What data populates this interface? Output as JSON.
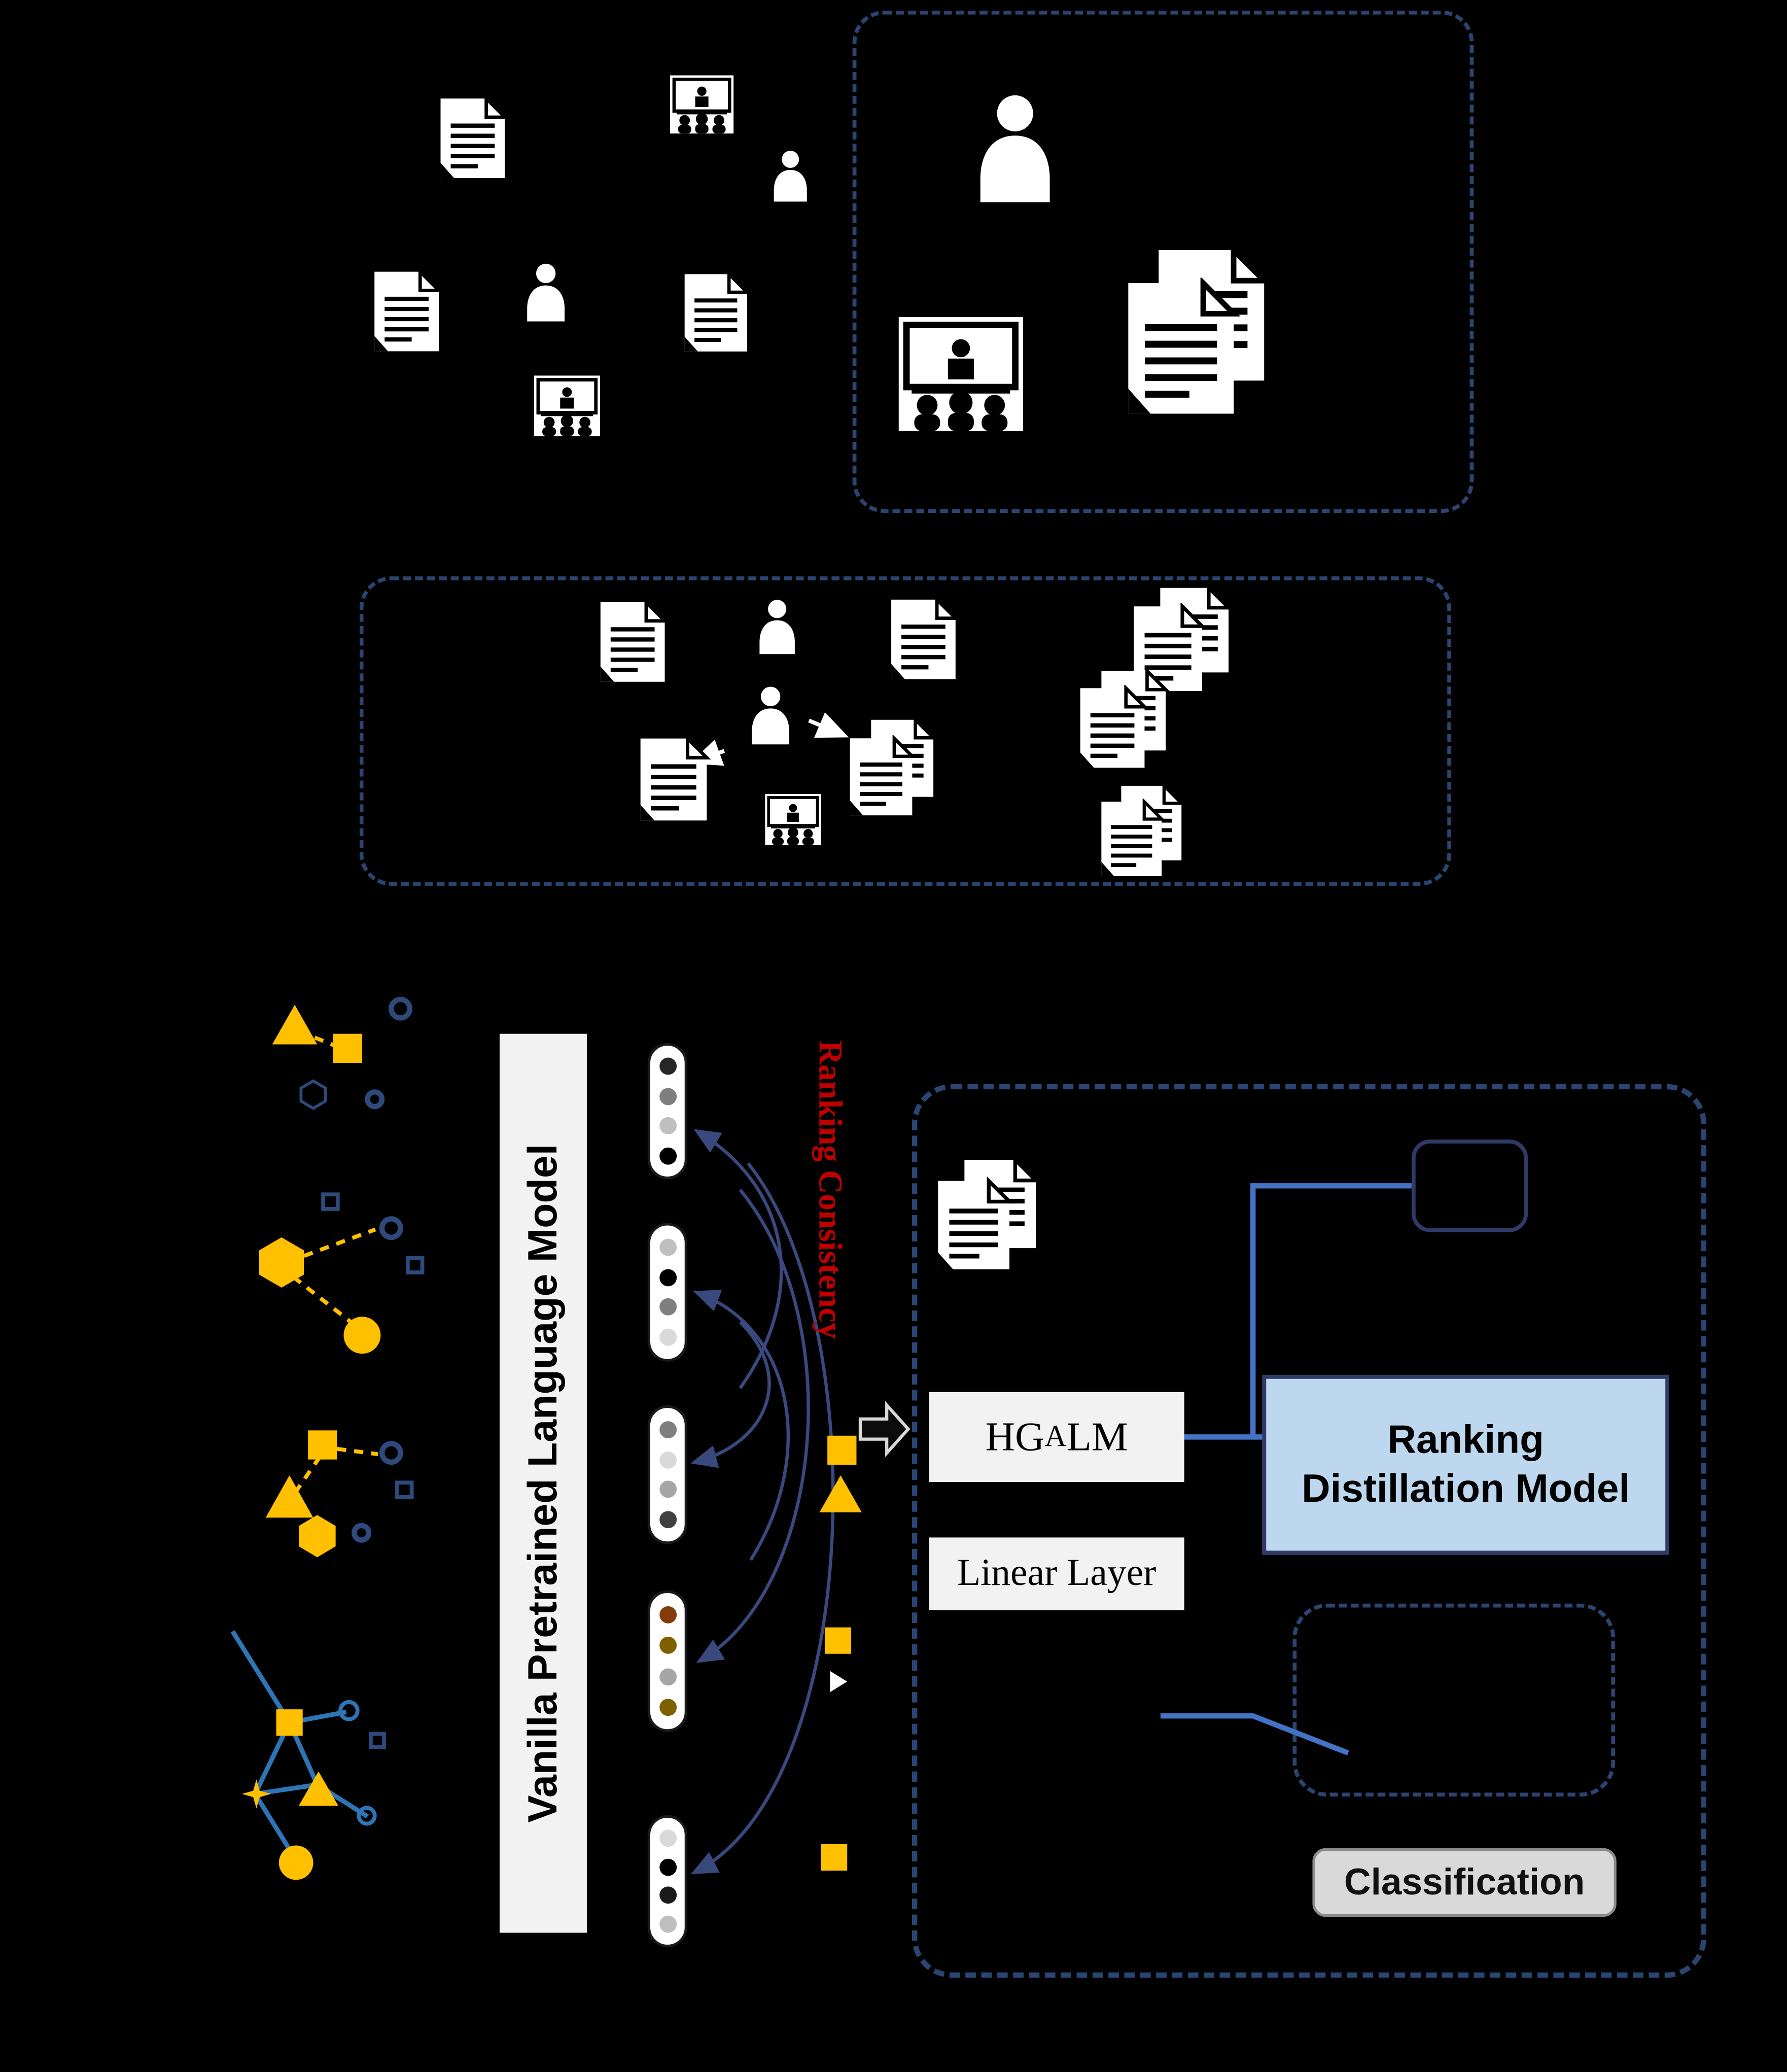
{
  "colors": {
    "background": "#000000",
    "dashed_border": "#2B4470",
    "navy": "#2E4A7C",
    "yellow": "#FFC000",
    "blue_graph_line": "#2E75B6",
    "connector_blue": "#4472C4",
    "panel_light_blue": "#BDD7EE",
    "box_gray": "#F2F2F2",
    "red": "#C00000"
  },
  "labels": {
    "vanilla_plm": "Vanilla Pretrained Language Model",
    "ranking_consistency": "Ranking Consistency",
    "hgalm_pre": "HG",
    "hgalm_smallcap": "A",
    "hgalm_post": "LM",
    "linear_layer": "Linear Layer",
    "rdm_line1": "Ranking",
    "rdm_line2": "Distillation Model",
    "classification": "Classification"
  },
  "icons": {
    "paper": "document page with text lines",
    "paper_stack": "stack of two overlapping document pages",
    "author": "person silhouette",
    "venue": "conference presentation screen with speaker and audience",
    "block_arrow": "hollow right-pointing block arrow",
    "embedding_capsule": "vertical embedding vector of colored dots",
    "graph_nodes": "yellow/navy squares, triangles, hexagons, circles and rings forming sampled subgraphs"
  },
  "embeddings": [
    {
      "dots": [
        "#262626",
        "#7f7f7f",
        "#bfbfbf",
        "#000000"
      ]
    },
    {
      "dots": [
        "#bfbfbf",
        "#000000",
        "#7f7f7f",
        "#d9d9d9"
      ]
    },
    {
      "dots": [
        "#7f7f7f",
        "#d9d9d9",
        "#a6a6a6",
        "#404040"
      ]
    },
    {
      "dots": [
        "#843C0C",
        "#7F6000",
        "#a6a6a6",
        "#7F6000"
      ]
    },
    {
      "dots": [
        "#d9d9d9",
        "#000000",
        "#1a1a1a",
        "#bfbfbf"
      ]
    }
  ]
}
